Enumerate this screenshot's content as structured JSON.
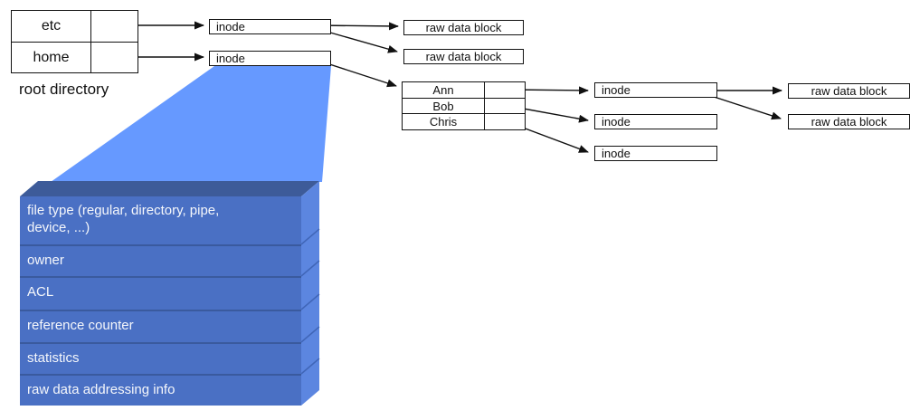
{
  "labels": {
    "root_directory": "root directory",
    "inode": "inode",
    "raw_data_block": "raw data block"
  },
  "root_directory": {
    "entries": [
      "etc",
      "home"
    ]
  },
  "home_directory": {
    "entries": [
      "Ann",
      "Bob",
      "Chris"
    ]
  },
  "inode_structure": {
    "fields": [
      "file type (regular, directory, pipe, device, ...)",
      "owner",
      "ACL",
      "reference counter",
      "statistics",
      "raw data addressing info"
    ]
  },
  "colors": {
    "zoom_beam": "#6699ff",
    "structure_front": "#4a70c4",
    "structure_top": "#3d5b99",
    "structure_side": "#5c86e0",
    "row_separator": "#3a5a9e",
    "connector_line": "#111111",
    "box_background": "#ffffff"
  }
}
